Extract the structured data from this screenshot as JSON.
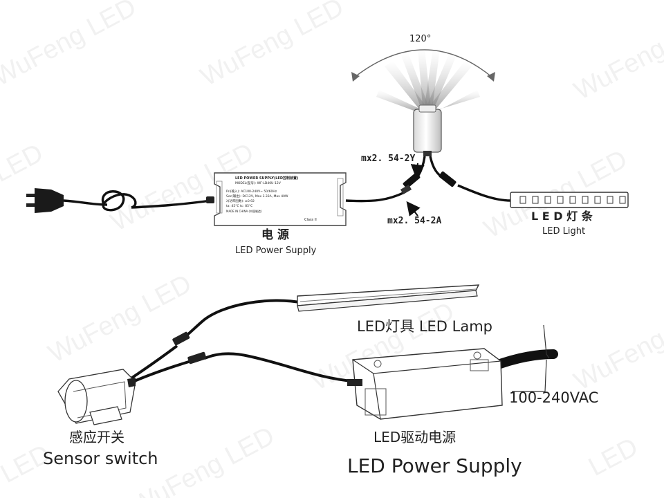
{
  "watermark": "WuFeng LED",
  "watermark_fragment": "LED",
  "top_diagram": {
    "angle_label": "120°",
    "connector_top_label": "mx2. 54-2Y",
    "connector_bottom_label": "mx2. 54-2A",
    "power_supply_cn": "电 源",
    "power_supply_en": "LED Power Supply",
    "led_strip_cn": "L E D 灯 条",
    "led_strip_en": "LED Light",
    "psu_plate": {
      "title": "LED POWER SUPPLY(LED控制装置)",
      "model": "MODEL(型号): WF-LD40U-12V",
      "pri": "Pri(输入): AC100-240V~ 50/60Hz",
      "sec": "Sec(输出): DC12V,  Max 3.33A, Max 40W",
      "pf": "λ(功率因数): ≥0.92",
      "temps": "ta: 45°C     tc: 85°C",
      "made_in": "MADE IN CHINA (中国制造)",
      "class": "Class II"
    }
  },
  "bottom_diagram": {
    "lamp_label": "LED灯具  LED Lamp",
    "voltage_label": "100-240VAC",
    "sensor_cn": "感应开关",
    "sensor_en": "Sensor switch",
    "driver_cn": "LED驱动电源",
    "driver_en": "LED Power Supply"
  },
  "colors": {
    "cable": "#111111",
    "outline": "#333333",
    "text": "#222222",
    "watermark": "#969696"
  }
}
